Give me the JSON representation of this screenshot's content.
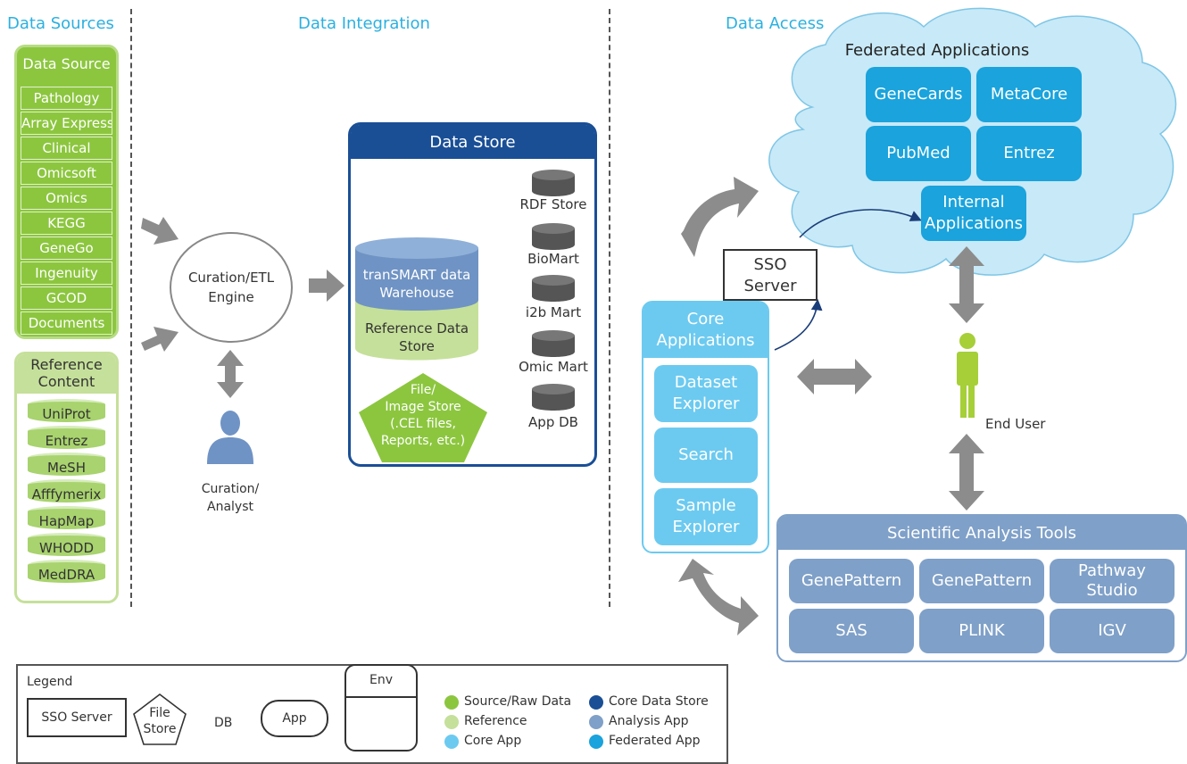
{
  "sections": {
    "sources": "Data Sources",
    "integration": "Data Integration",
    "access": "Data Access"
  },
  "data_source": {
    "title": "Data Source",
    "items": [
      "Pathology",
      "Array Express",
      "Clinical",
      "Omicsoft",
      "Omics",
      "KEGG",
      "GeneGo",
      "Ingenuity",
      "GCOD",
      "Documents"
    ]
  },
  "reference": {
    "title_line1": "Reference",
    "title_line2": "Content",
    "items": [
      "UniProt",
      "Entrez",
      "MeSH",
      "Afffymerix",
      "HapMap",
      "WHODD",
      "MedDRA"
    ]
  },
  "curation": {
    "engine_line1": "Curation/ETL",
    "engine_line2": "Engine",
    "analyst_line1": "Curation/",
    "analyst_line2": "Analyst"
  },
  "data_store": {
    "title": "Data Store",
    "warehouse_line1": "tranSMART data",
    "warehouse_line2": "Warehouse",
    "reference_line1": "Reference Data",
    "reference_line2": "Store",
    "file_store": [
      "File/",
      "Image Store",
      "(.CEL files,",
      "Reports, etc.)"
    ],
    "dbs": [
      "RDF Store",
      "BioMart",
      "i2b Mart",
      "Omic Mart",
      "App DB"
    ]
  },
  "sso": {
    "line1": "SSO",
    "line2": "Server"
  },
  "core": {
    "title_line1": "Core",
    "title_line2": "Applications",
    "items": [
      [
        "Dataset",
        "Explorer"
      ],
      [
        "Search",
        ""
      ],
      [
        "Sample",
        "Explorer"
      ]
    ]
  },
  "federated": {
    "title": "Federated Applications",
    "items": [
      "GeneCards",
      "MetaCore",
      "PubMed",
      "Entrez"
    ],
    "internal_line1": "Internal",
    "internal_line2": "Applications"
  },
  "end_user": {
    "label": "End User"
  },
  "analysis": {
    "title": "Scientific Analysis Tools",
    "items": [
      [
        "GenePattern",
        ""
      ],
      [
        "GenePattern",
        ""
      ],
      [
        "Pathway",
        "Studio"
      ],
      [
        "SAS",
        ""
      ],
      [
        "PLINK",
        ""
      ],
      [
        "IGV",
        ""
      ]
    ]
  },
  "legend": {
    "title": "Legend",
    "sso": "SSO Server",
    "file_line1": "File",
    "file_line2": "Store",
    "db": "DB",
    "app": "App",
    "env": "Env",
    "entries": [
      {
        "label": "Source/Raw Data",
        "color": "#8cc63f"
      },
      {
        "label": "Reference",
        "color": "#c5e09a"
      },
      {
        "label": "Core App",
        "color": "#6ccaf0"
      },
      {
        "label": "Core Data Store",
        "color": "#1a4f96"
      },
      {
        "label": "Analysis App",
        "color": "#7fa0c8"
      },
      {
        "label": "Federated App",
        "color": "#1aa3dc"
      }
    ]
  }
}
